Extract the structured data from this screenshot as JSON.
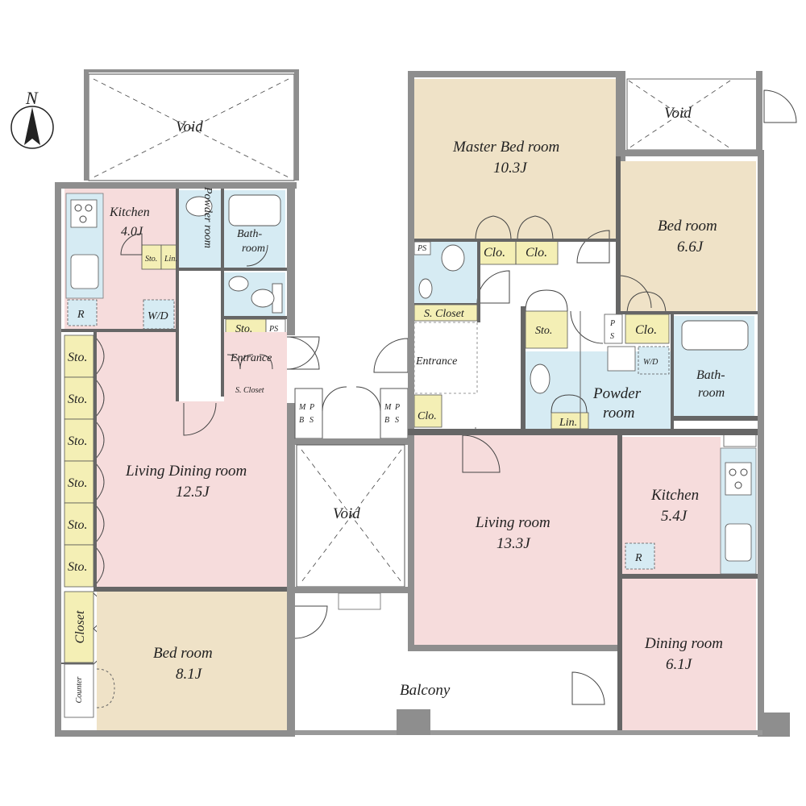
{
  "compass": {
    "label": "N"
  },
  "rooms": {
    "void_top_left": "Void",
    "void_top_right": "Void",
    "void_center": "Void",
    "kitchen_left": {
      "name": "Kitchen",
      "size": "4.0J"
    },
    "powder_left": "Powder room",
    "bath_left": {
      "line1": "Bath-",
      "line2": "room"
    },
    "sto_small": "Sto.",
    "lin_small": "Lin.",
    "wd_left": "W/D",
    "r_left": "R",
    "sto_ps_left": "Sto.",
    "ps": "PS",
    "entrance_left": "Entrance",
    "s_closet_left": "S. Closet",
    "living_dining": {
      "name": "Living Dining room",
      "size": "12.5J"
    },
    "sto_col": [
      "Sto.",
      "Sto.",
      "Sto.",
      "Sto.",
      "Sto.",
      "Sto."
    ],
    "closet_left": "Closet",
    "counter": "Counter",
    "bed_left": {
      "name": "Bed room",
      "size": "8.1J"
    },
    "mbps": {
      "m": "M",
      "b": "B",
      "p": "P",
      "s": "S"
    },
    "master_bed": {
      "name": "Master Bed room",
      "size": "10.3J"
    },
    "clo1": "Clo.",
    "clo2": "Clo.",
    "bed_right": {
      "name": "Bed room",
      "size": "6.6J"
    },
    "s_closet_right": "S. Closet",
    "entrance_right": "Entrance",
    "sto_right": "Sto.",
    "ps_right": {
      "p": "P",
      "s": "S"
    },
    "clo_right": "Clo.",
    "wd_right": "W/D",
    "bath_right": {
      "line1": "Bath-",
      "line2": "room"
    },
    "powder_right": {
      "line1": "Powder",
      "line2": "room"
    },
    "lin_right": "Lin.",
    "clo_entr": "Clo.",
    "living_right": {
      "name": "Living room",
      "size": "13.3J"
    },
    "kitchen_right": {
      "name": "Kitchen",
      "size": "5.4J"
    },
    "r_right": "R",
    "dining_right": {
      "name": "Dining room",
      "size": "6.1J"
    },
    "balcony": "Balcony"
  },
  "colors": {
    "kitchen_pink": "#f6dcdc",
    "living_pink": "#f6dcdc",
    "bed_beige": "#efe2c7",
    "wet_blue": "#d6ebf3",
    "storage_yellow": "#f4efb5",
    "wall_gray": "#8e8e8e"
  }
}
